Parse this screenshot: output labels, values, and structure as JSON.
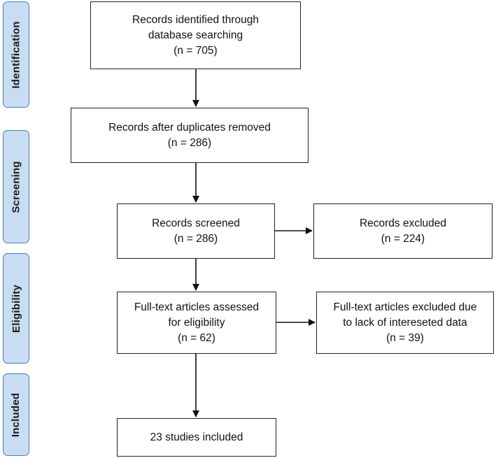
{
  "phases": {
    "identification": "Identification",
    "screening": "Screening",
    "eligibility": "Eligibility",
    "included": "Included"
  },
  "boxes": {
    "identified": {
      "lines": [
        "Records identified through",
        "database searching",
        "(n = 705)"
      ]
    },
    "after_duplicates": {
      "lines": [
        "Records after duplicates removed",
        "(n = 286)"
      ]
    },
    "screened": {
      "lines": [
        "Records screened",
        "(n = 286)"
      ]
    },
    "excluded": {
      "lines": [
        "Records excluded",
        "(n = 224)"
      ]
    },
    "full_text": {
      "lines": [
        "Full-text articles assessed",
        "for eligibility",
        "(n = 62)"
      ]
    },
    "full_text_excluded": {
      "lines": [
        "Full-text articles excluded due",
        "to lack of intereseted data",
        "(n = 39)"
      ]
    },
    "included": {
      "lines": [
        "23 studies included"
      ]
    }
  },
  "colors": {
    "phase_fill": "#c8ddf2",
    "phase_border": "#4a7fb5",
    "box_border": "#222222",
    "arrow": "#111111"
  }
}
